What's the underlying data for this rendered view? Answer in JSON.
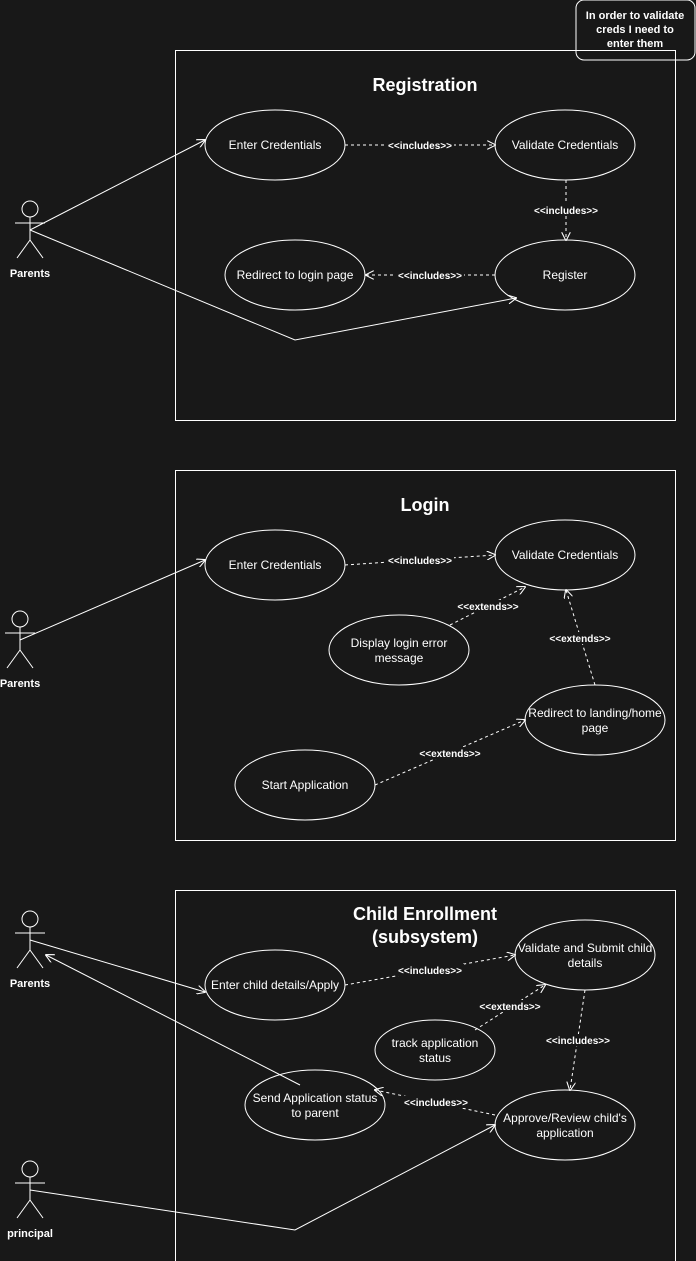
{
  "note": {
    "lines": [
      "In order to validate",
      "creds I need to",
      "enter them"
    ]
  },
  "registration": {
    "title": "Registration",
    "actor": "Parents",
    "use_cases": {
      "enter_credentials": "Enter Credentials",
      "validate_credentials": "Validate Credentials",
      "redirect_login": "Redirect to login page",
      "register": "Register"
    },
    "relations": {
      "enter_validate": "<<includes>>",
      "validate_register": "<<includes>>",
      "register_redirect": "<<includes>>"
    }
  },
  "login": {
    "title": "Login",
    "actor": "Parents",
    "use_cases": {
      "enter_credentials": "Enter Credentials",
      "validate_credentials": "Validate Credentials",
      "display_error": [
        "Display login error",
        "message"
      ],
      "redirect_landing": [
        "Redirect to landing/home",
        "page"
      ],
      "start_application": "Start Application"
    },
    "relations": {
      "enter_validate": "<<includes>>",
      "error_validate": "<<extends>>",
      "landing_validate": "<<extends>>",
      "start_landing": "<<extends>>"
    }
  },
  "enrollment": {
    "title": [
      "Child Enrollment",
      "(subsystem)"
    ],
    "actor_parents": "Parents",
    "actor_principal": "principal",
    "use_cases": {
      "enter_child_details": "Enter child details/Apply",
      "validate_submit": [
        "Validate and Submit child",
        "details"
      ],
      "track_status": [
        "track application",
        "status"
      ],
      "send_status": [
        "Send Application status",
        "to parent"
      ],
      "approve_review": [
        "Approve/Review child's",
        "application"
      ]
    },
    "relations": {
      "enter_validate": "<<includes>>",
      "track_validate": "<<extends>>",
      "validate_approve": "<<includes>>",
      "approve_send": "<<includes>>"
    }
  }
}
